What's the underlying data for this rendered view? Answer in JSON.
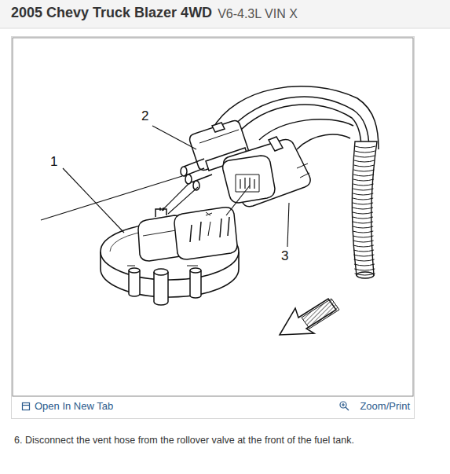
{
  "diagram": {
    "title": "2005 Chevy Truck Blazer 4WD",
    "caption": "6. Disconnect the vent hose from the rollover valve at the front of the fuel tank.",
    "labels": [
      "V6-4.3L VIN X",
      "1",
      "2",
      "3",
      "Open In New Tab",
      "Zoom/Print"
    ]
  }
}
